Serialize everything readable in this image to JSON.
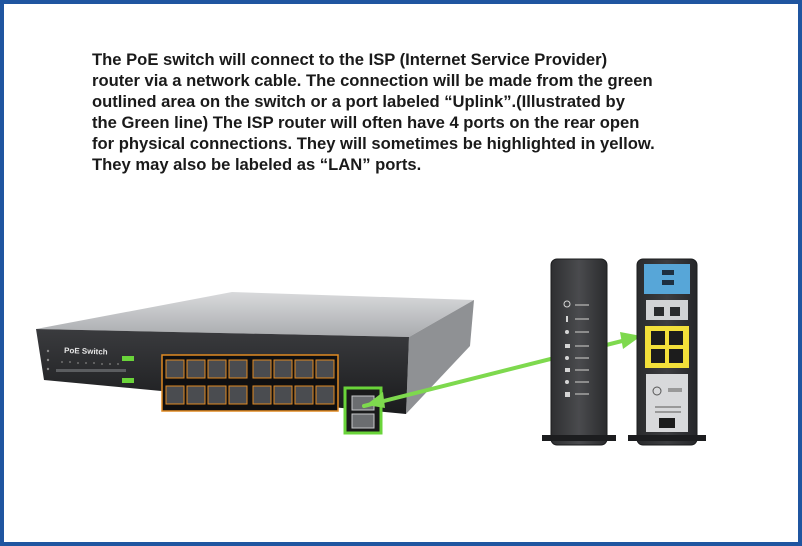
{
  "caption": {
    "lines": [
      "The PoE switch will connect to the ISP (Internet Service Provider)",
      "router via a network cable. The connection will be made from the green",
      "outlined area on the switch or a port labeled “Uplink”.(Illustrated by",
      "the Green line) The ISP router will often have 4 ports on the rear open",
      "for physical connections. They will sometimes be highlighted in yellow.",
      "They may also be labeled as “LAN” ports."
    ]
  },
  "switch": {
    "label": "PoE Switch"
  },
  "colors": {
    "frame_border": "#1f55a0",
    "uplink_highlight": "#6ad43a",
    "connection_line": "#7ed94e",
    "lan_highlight": "#f3e03a",
    "router_top_band": "#57a6d8",
    "poe_port_accent": "#e08a22"
  }
}
